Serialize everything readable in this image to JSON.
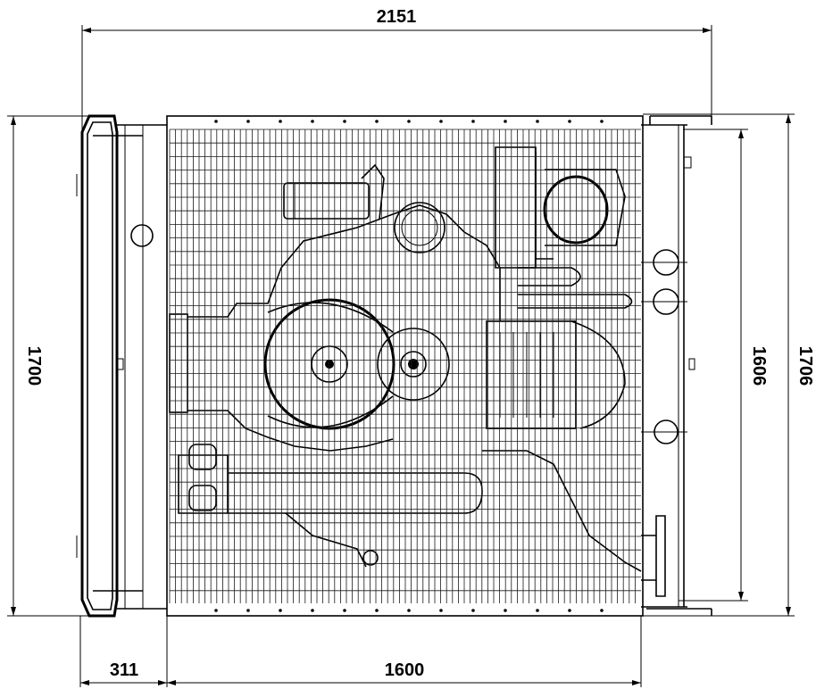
{
  "dimensions": {
    "overall_width": "2151",
    "left_offset": "311",
    "core_width": "1600",
    "left_height": "1700",
    "inner_height": "1606",
    "right_height": "1706"
  }
}
